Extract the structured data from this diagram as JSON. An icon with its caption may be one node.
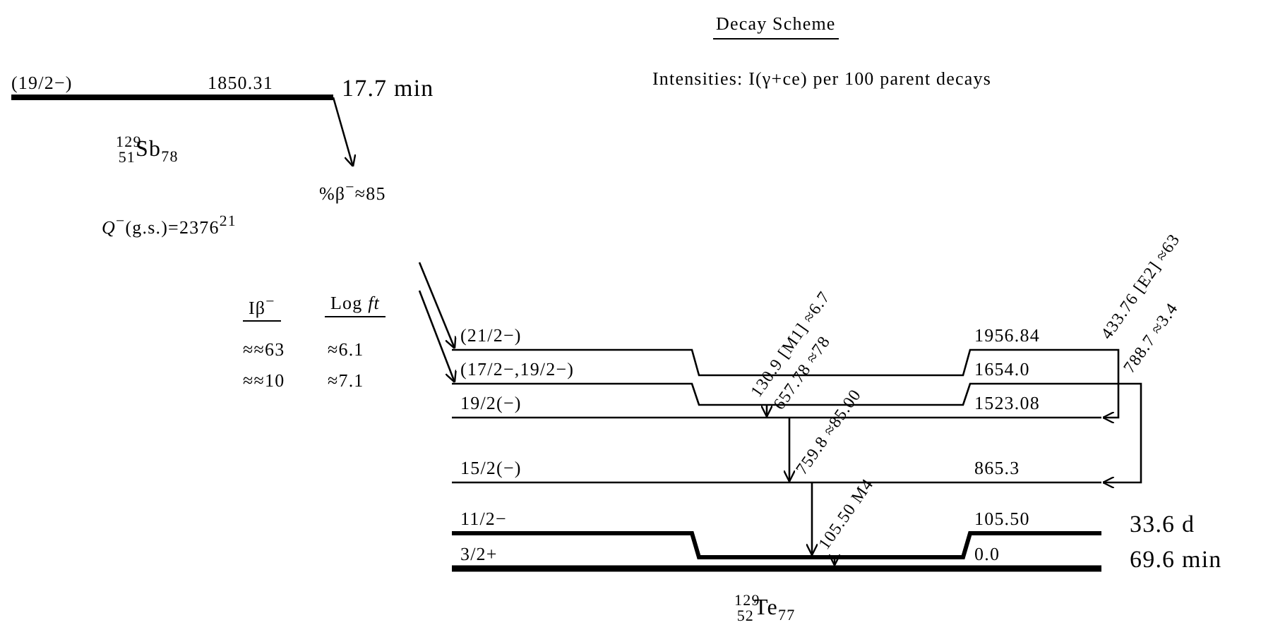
{
  "diagram": {
    "title": "Decay Scheme",
    "nodes": [
      {
        "text": [
          "(19/2−)",
          "1850.31"
        ],
        "beside": [
          "17.7 min"
        ]
      },
      {
        "text": [
          "(21/2−)",
          "1956.84"
        ]
      },
      {
        "text": [
          "(17/2−,19/2−)",
          "1654.0"
        ]
      },
      {
        "text": [
          "19/2(−)",
          "1523.08"
        ]
      },
      {
        "text": [
          "15/2(−)",
          "865.3"
        ]
      },
      {
        "text": [
          "11/2−",
          "105.50"
        ],
        "beside": [
          "33.6 d"
        ]
      },
      {
        "text": [
          "3/2+",
          "0.0"
        ],
        "beside": [
          "69.6 min"
        ]
      }
    ],
    "edges": [
      {
        "from": 0,
        "to": null,
        "arrow": "to",
        "label": "%β$^{−}$≈85"
      },
      {
        "from": null,
        "to": 1,
        "arrow": "to"
      },
      {
        "from": null,
        "to": 2,
        "arrow": "to"
      },
      {
        "from": 1,
        "to": 3,
        "arrow": "to",
        "label": "433.76 [E2] ≈63"
      },
      {
        "from": 2,
        "to": 4,
        "arrow": "to",
        "label": "788.7 ≈3.4"
      },
      {
        "from": 2,
        "to": 3,
        "arrow": "to",
        "label": "130.9 [M1] ≈6.7"
      },
      {
        "from": 3,
        "to": 4,
        "arrow": "to",
        "label": "657.78 ≈78"
      },
      {
        "from": 4,
        "to": 5,
        "arrow": "to",
        "label": "759.8 ≈85.00"
      },
      {
        "from": 5,
        "to": 6,
        "arrow": "to",
        "label": "105.50 M4"
      }
    ],
    "labels": [
      "Intensities: I(γ+ce) per 100 parent decays",
      "$^{129}$$_{51}$Sb$_{78}$",
      "*Q*$^{−}$(g.s.)=2376$^{21}$",
      "Iβ$^{−}$",
      "Log *ft*",
      "≈≈63",
      "≈6.1",
      "≈≈10",
      "≈7.1",
      "$^{129}$$_{52}$Te$_{77}$"
    ]
  }
}
